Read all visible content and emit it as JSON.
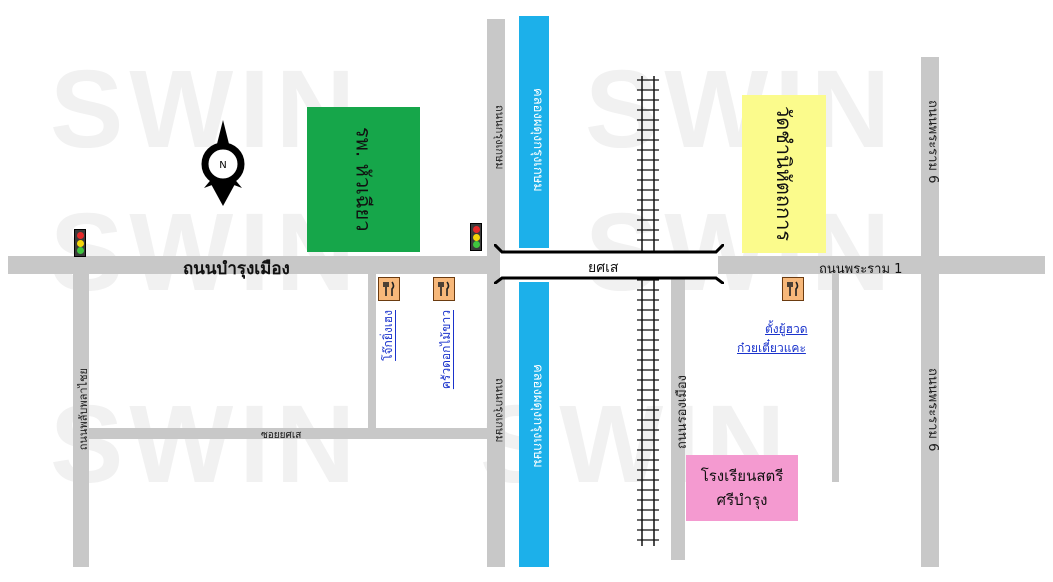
{
  "watermark": {
    "text": "SWIN"
  },
  "roads": {
    "bamrung_muang": "ถนนบำรุงเมือง",
    "rama1": "ถนนพระราม 1",
    "krung_kasem_top": "ถนนกรุงเกษม",
    "krung_kasem_bottom": "ถนนกรุงเกษม",
    "rama6_top": "ถนนพระราม 6",
    "rama6_bottom": "ถนนพระราม 6",
    "phlapphla_chai": "ถนนพลับพลาไชย",
    "rong_muang": "ถนนรองเมือง",
    "soi_yotse": "ซอยยศเส"
  },
  "canal": {
    "top": "คลองผดุงกรุงเกษม",
    "bottom": "คลองผดุงกรุงเกษม"
  },
  "bridge": {
    "label": "ยศเส"
  },
  "places": {
    "hospital": {
      "label": "รพ. หัวเฉียว",
      "color": "#16a64a"
    },
    "temple": {
      "label": "วัดชำนิหัตถการ",
      "color": "#fbfb8c"
    },
    "school": {
      "line1": "โรงเรียนสตรี",
      "line2": "ศรีบำรุง",
      "color": "#f49ad0"
    }
  },
  "restaurants": {
    "jek_yong": "โจ๊กยิ่งเฮง",
    "khaokham": "ครัวดอกไม้ขาว",
    "tang_yu_line1": "ตั้งยู้ฮวด",
    "tang_yu_line2": "ก๋วยเตี๋ยวแคะ"
  },
  "compass": {
    "label": "N"
  },
  "icons": {
    "traffic_light": "traffic-light-icon",
    "restaurant": "fork-knife-icon",
    "compass": "north-compass-icon"
  }
}
